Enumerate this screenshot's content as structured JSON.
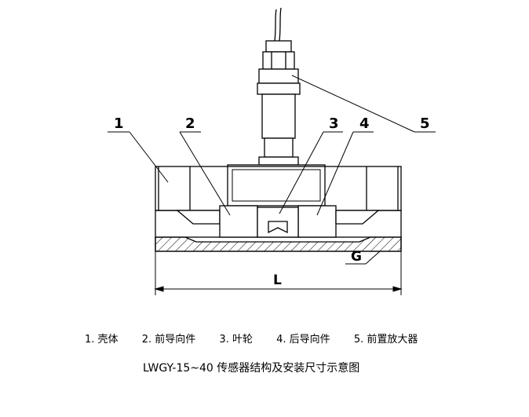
{
  "callouts": [
    "1",
    "2",
    "3",
    "4",
    "5"
  ],
  "dimension_labels": {
    "length": "L",
    "thread": "G"
  },
  "legend": [
    {
      "num": "1.",
      "name": "壳体"
    },
    {
      "num": "2.",
      "name": "前导向件"
    },
    {
      "num": "3.",
      "name": "叶轮"
    },
    {
      "num": "4.",
      "name": "后导向件"
    },
    {
      "num": "5.",
      "name": "前置放大器"
    }
  ],
  "caption": "LWGY-15~40 传感器结构及安装尺寸示意图"
}
